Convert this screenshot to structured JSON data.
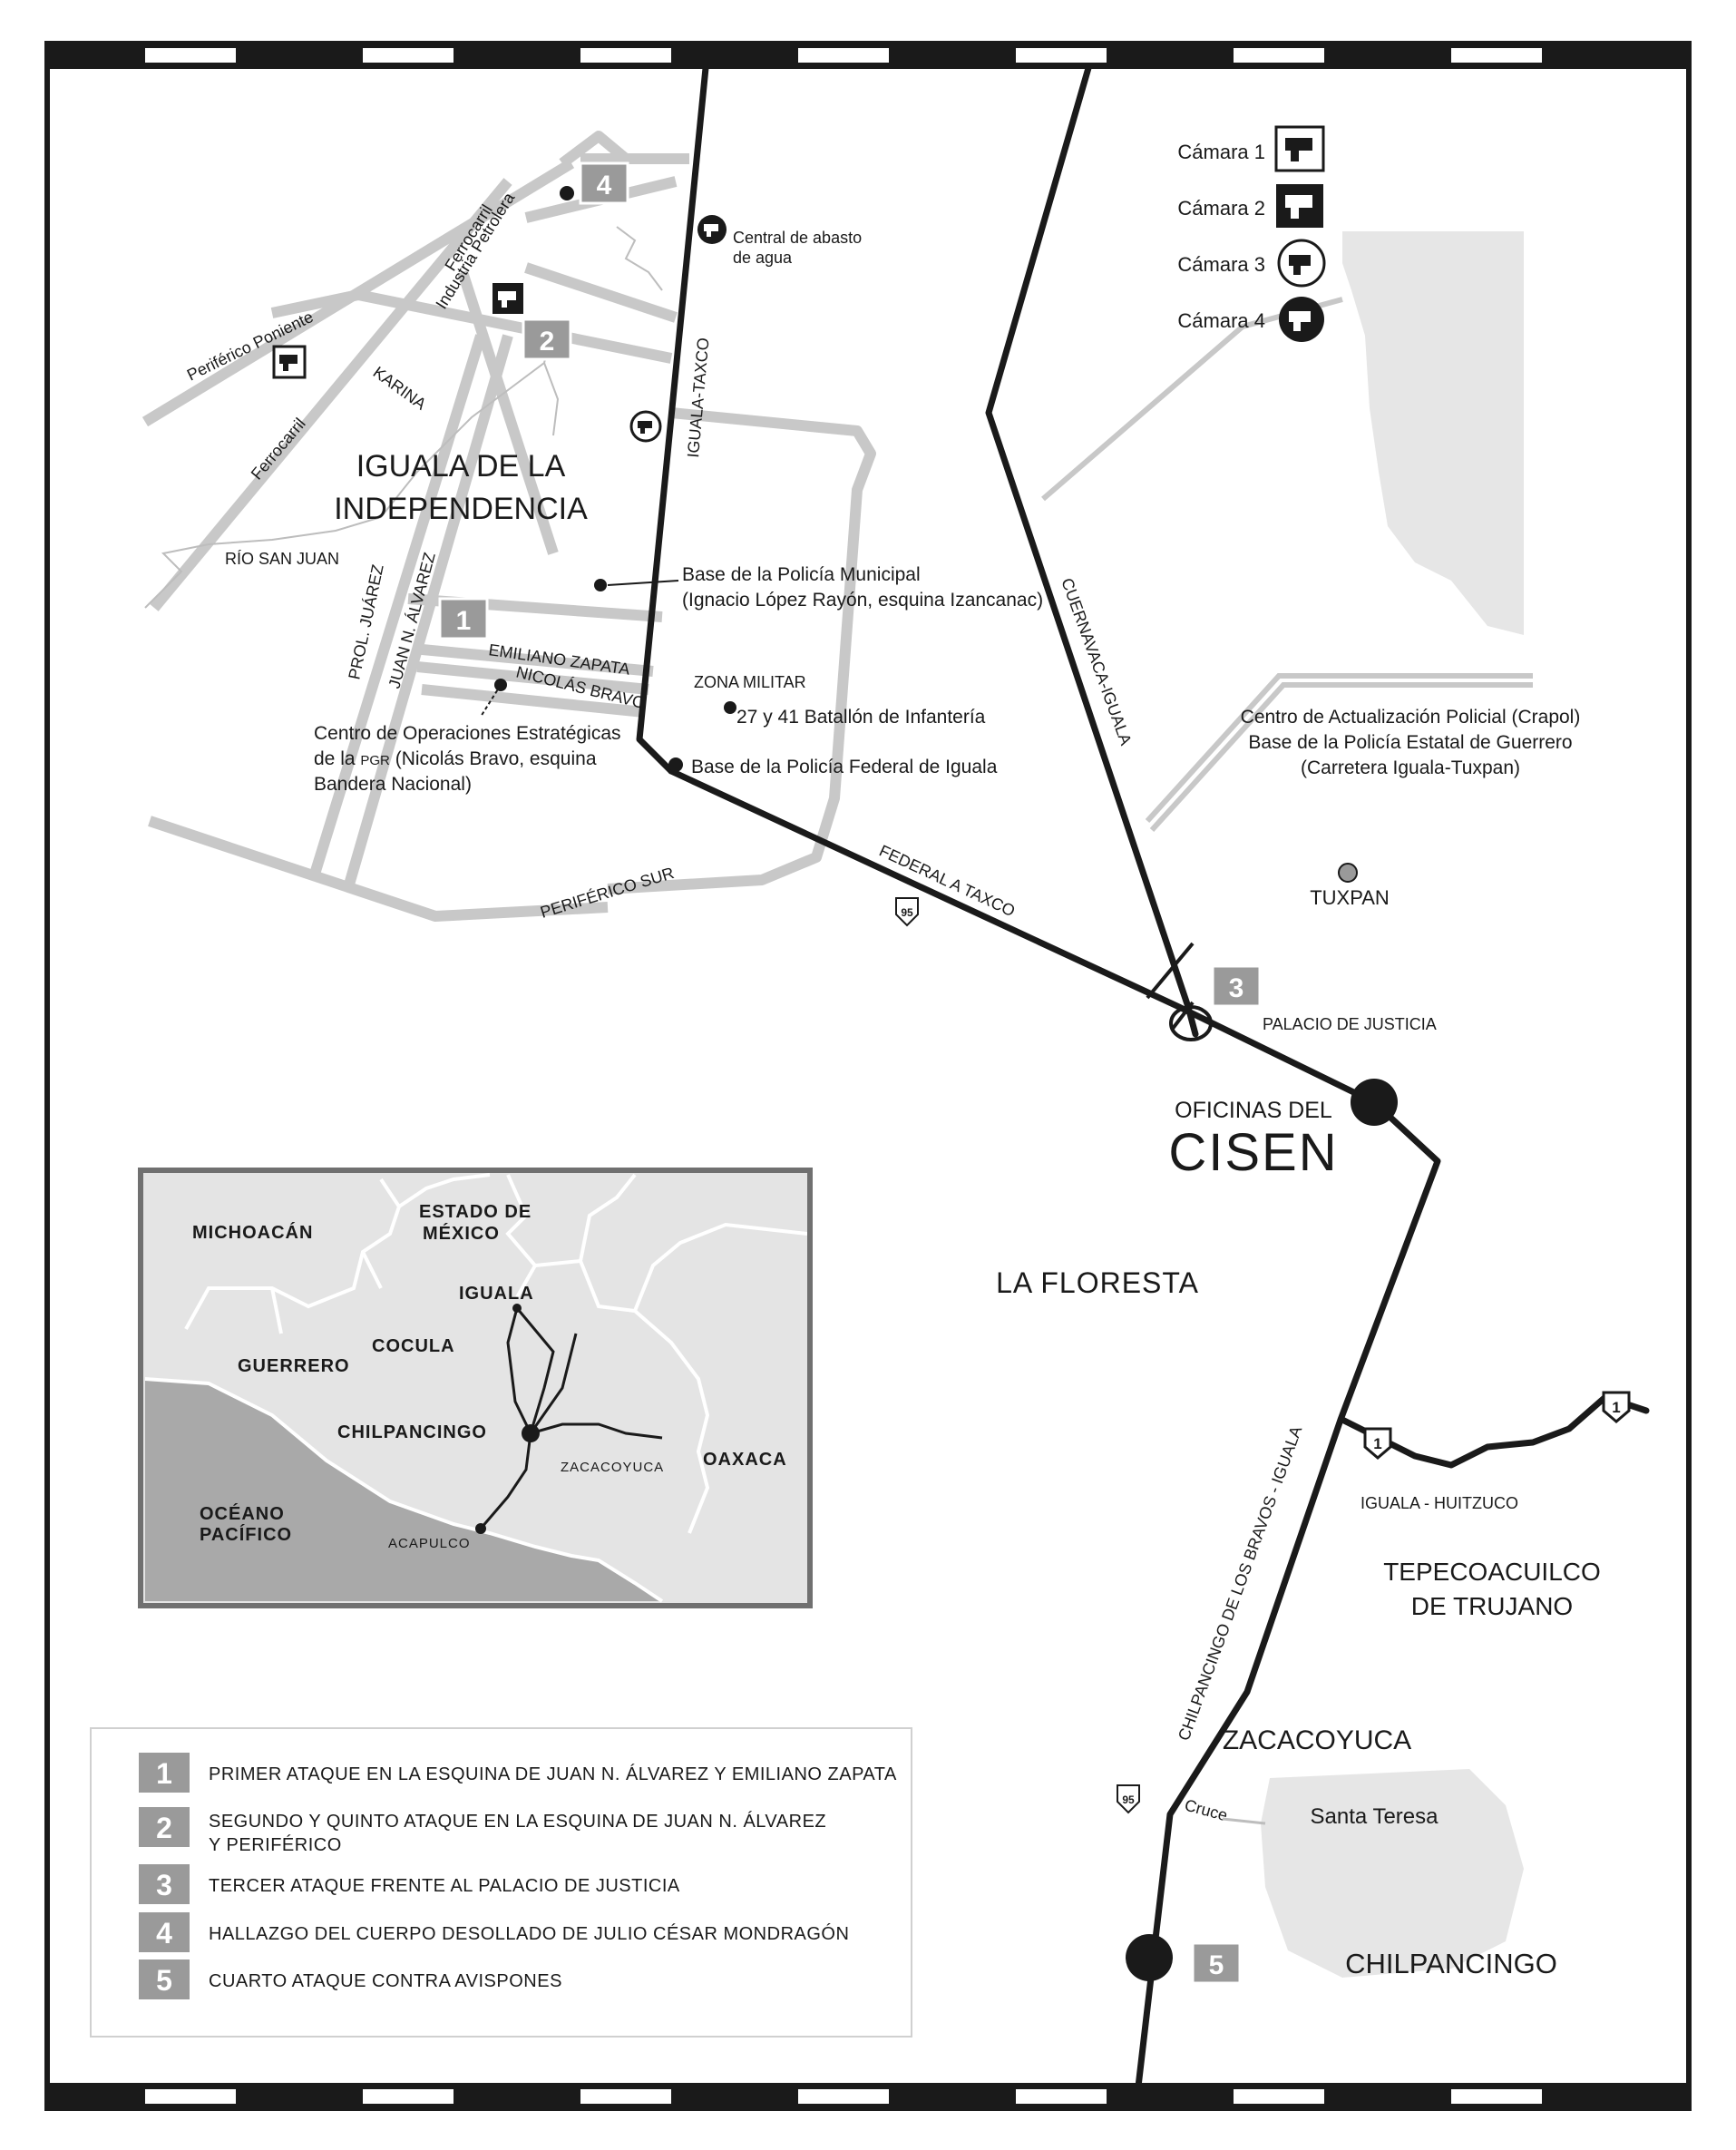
{
  "map": {
    "city_title_line1": "IGUALA DE LA",
    "city_title_line2": "INDEPENDENCIA",
    "streets": {
      "periferico_poniente": "Periférico Poniente",
      "ferrocarril_industria_line1": "Ferrocarril",
      "ferrocarril_industria_line2": "Industria Petrolera",
      "ferrocarril": "Ferrocarril",
      "karina": "KARINA",
      "rio_san_juan": "RÍO SAN JUAN",
      "prol_juarez": "PROL. JUÁREZ",
      "juan_n_alvarez": "JUAN N. ÁLVAREZ",
      "emiliano_zapata": "EMILIANO ZAPATA",
      "nicolas_bravo": "NICOLÁS BRAVO",
      "periferico_sur": "PERIFÉRICO SUR",
      "iguala_taxco": "IGUALA-TAXCO",
      "federal_a_taxco": "FEDERAL A TAXCO",
      "cuernavaca_iguala": "CUERNAVACA-IGUALA",
      "chilpancingo_iguala": "CHILPANCINGO DE LOS BRAVOS - IGUALA",
      "iguala_huitzuco": "IGUALA - HUITZUCO",
      "cruce": "Cruce"
    },
    "places": {
      "central_abasto_line1": "Central de abasto",
      "central_abasto_line2": "de agua",
      "policia_municipal_line1": "Base de la Policía Municipal",
      "policia_municipal_line2": "(Ignacio López Rayón, esquina Izancanac)",
      "zona_militar": "ZONA MILITAR",
      "batallon": "27 y 41 Batallón de Infantería",
      "policia_federal": "Base de la Policía Federal de Iguala",
      "pgr_line1": "Centro de Operaciones Estratégicas",
      "pgr_line2_a": "de la ",
      "pgr_line2_b": "PGR",
      "pgr_line2_c": " (Nicolás Bravo, esquina",
      "pgr_line3": "Bandera Nacional)",
      "crapol_line1": "Centro de Actualización Policial (Crapol)",
      "crapol_line2": "Base de la Policía Estatal de Guerrero",
      "crapol_line3": "(Carretera Iguala-Tuxpan)",
      "tuxpan": "TUXPAN",
      "palacio_justicia": "PALACIO DE JUSTICIA",
      "cisen_line1": "OFICINAS DEL",
      "cisen_line2": "CISEN",
      "la_floresta": "LA FLORESTA",
      "tepecoacuilco_line1": "TEPECOACUILCO",
      "tepecoacuilco_line2": "DE TRUJANO",
      "zacacoyuca": "ZACACOYUCA",
      "santa_teresa": "Santa Teresa",
      "chilpancingo": "CHILPANCINGO"
    },
    "markers": [
      "1",
      "2",
      "3",
      "4",
      "5"
    ],
    "highway_shields": [
      "95",
      "95",
      "1",
      "1"
    ]
  },
  "cameras": [
    {
      "label": "Cámara 1",
      "icon": "camera-square-outline-icon"
    },
    {
      "label": "Cámara 2",
      "icon": "camera-square-filled-icon"
    },
    {
      "label": "Cámara 3",
      "icon": "camera-circle-outline-icon"
    },
    {
      "label": "Cámara 4",
      "icon": "camera-circle-filled-icon"
    }
  ],
  "inset": {
    "michoacan": "MICHOACÁN",
    "estado_mexico_line1": "ESTADO DE",
    "estado_mexico_line2": "MÉXICO",
    "iguala": "IGUALA",
    "cocula": "COCULA",
    "guerrero": "GUERRERO",
    "chilpancingo": "CHILPANCINGO",
    "zacacoyuca": "ZACACOYUCA",
    "oaxaca": "OAXACA",
    "oceano_line1": "OCÉANO",
    "oceano_line2": "PACÍFICO",
    "acapulco": "ACAPULCO"
  },
  "legend": [
    {
      "num": "1",
      "lines": [
        "PRIMER ATAQUE EN LA ESQUINA DE JUAN N. ÁLVAREZ Y EMILIANO ZAPATA"
      ]
    },
    {
      "num": "2",
      "lines": [
        "SEGUNDO Y QUINTO ATAQUE EN LA ESQUINA DE JUAN N. ÁLVAREZ",
        "Y PERIFÉRICO"
      ]
    },
    {
      "num": "3",
      "lines": [
        "TERCER ATAQUE FRENTE AL PALACIO DE JUSTICIA"
      ]
    },
    {
      "num": "4",
      "lines": [
        "HALLAZGO DEL CUERPO DESOLLADO DE JULIO CÉSAR MONDRAGÓN"
      ]
    },
    {
      "num": "5",
      "lines": [
        "CUARTO ATAQUE CONTRA AVISPONES"
      ]
    }
  ],
  "colors": {
    "ink": "#1a1a1a",
    "street": "#c8c8c8",
    "marker_badge": "#9a9a9a",
    "area_fill": "#e6e6e6",
    "ocean": "#a9a9a9",
    "inset_frame": "#707070"
  }
}
